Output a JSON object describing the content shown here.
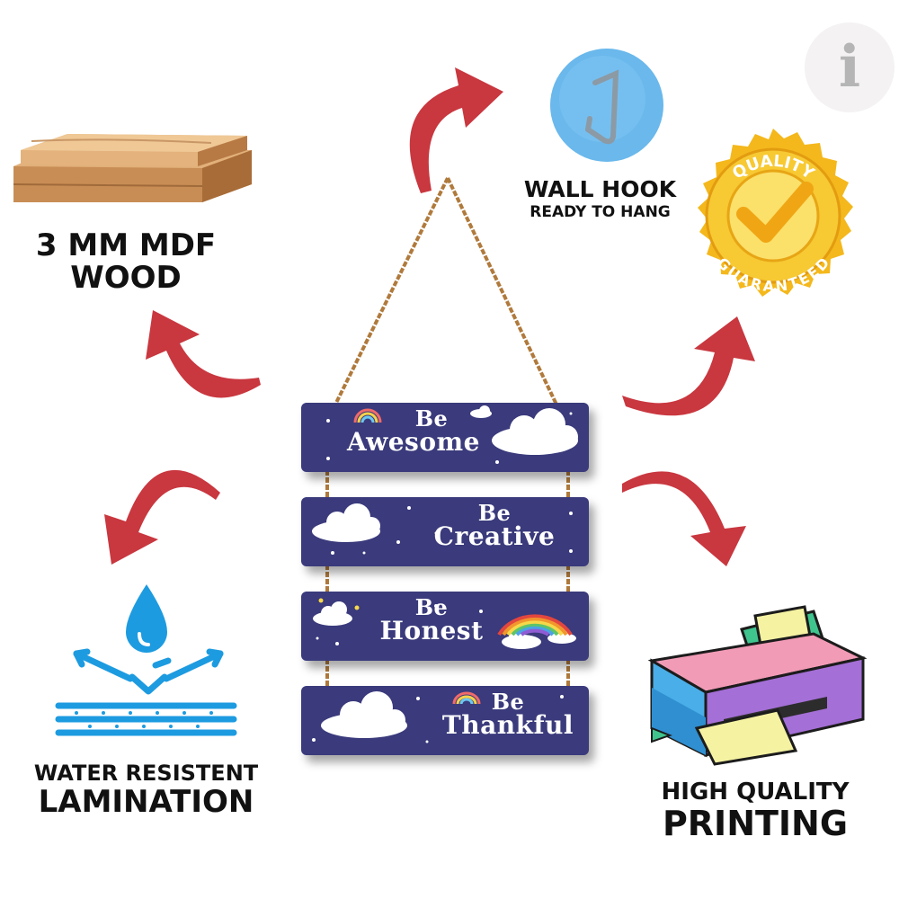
{
  "features": {
    "wood": {
      "line1": "3 MM MDF",
      "line2": "WOOD"
    },
    "hook": {
      "line1": "WALL HOOK",
      "line2": "READY TO HANG"
    },
    "quality_seal": {
      "top_text": "QUALITY",
      "bottom_text": "GUARANTEED"
    },
    "lamination": {
      "line1": "WATER RESISTENT",
      "line2": "LAMINATION"
    },
    "printing": {
      "line1": "HIGH QUALITY",
      "line2": "PRINTING"
    }
  },
  "product": {
    "planks": [
      {
        "be": "Be",
        "word": "Awesome"
      },
      {
        "be": "Be",
        "word": "Creative"
      },
      {
        "be": "Be",
        "word": "Honest"
      },
      {
        "be": "Be",
        "word": "Thankful"
      }
    ]
  },
  "logo": {
    "letter": "i"
  },
  "colors": {
    "plank": "#3a3a7c",
    "arrow": "#c9373f",
    "rope": "#b07a3c",
    "gold": "#f2b619"
  },
  "icons": [
    "wood-planks-icon",
    "wall-hook-icon",
    "quality-seal-icon",
    "water-drop-icon",
    "printer-icon",
    "rainbow-icon",
    "cloud-icon",
    "star-icon",
    "arrow-icon"
  ]
}
